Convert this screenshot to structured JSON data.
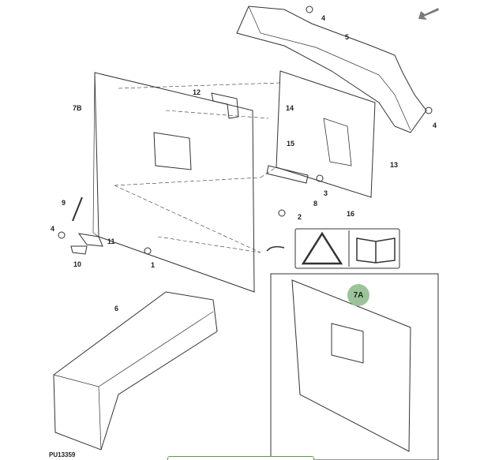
{
  "diagram": {
    "figure_id": "PU13359",
    "callouts": [
      "4",
      "5",
      "12",
      "7B",
      "14",
      "15",
      "13",
      "4",
      "3",
      "8",
      "9",
      "2",
      "16",
      "4",
      "11",
      "10",
      "1",
      "6"
    ],
    "highlight_callout": "7A",
    "colors": {
      "line": "#333333",
      "highlight": "#9cc49a",
      "arrow": "#7a7a7a",
      "tooltip_border": "#5a9a4a"
    }
  }
}
